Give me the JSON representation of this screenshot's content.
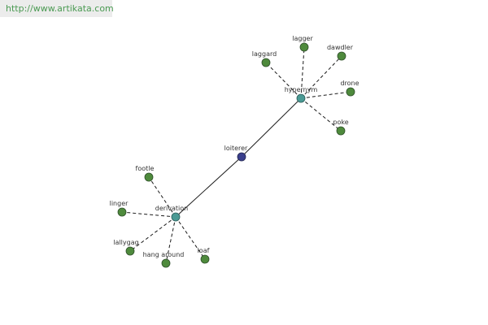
{
  "source_url": "http://www.artikata.com",
  "colors": {
    "root": "#3a3f8c",
    "hub": "#4a9a94",
    "leaf": "#4e8a3c",
    "edge": "#1a1a1a",
    "banner_text": "#4a9a52"
  },
  "graph": {
    "root": {
      "id": "loiterer",
      "label": "loiterer"
    },
    "hubs": [
      {
        "id": "hypernym",
        "label": "hypernym",
        "children": [
          "laggard",
          "lagger",
          "dawdler",
          "drone",
          "poke"
        ]
      },
      {
        "id": "derivation",
        "label": "derivation",
        "children": [
          "footle",
          "linger",
          "lallygag",
          "hang around",
          "loaf"
        ]
      }
    ]
  }
}
